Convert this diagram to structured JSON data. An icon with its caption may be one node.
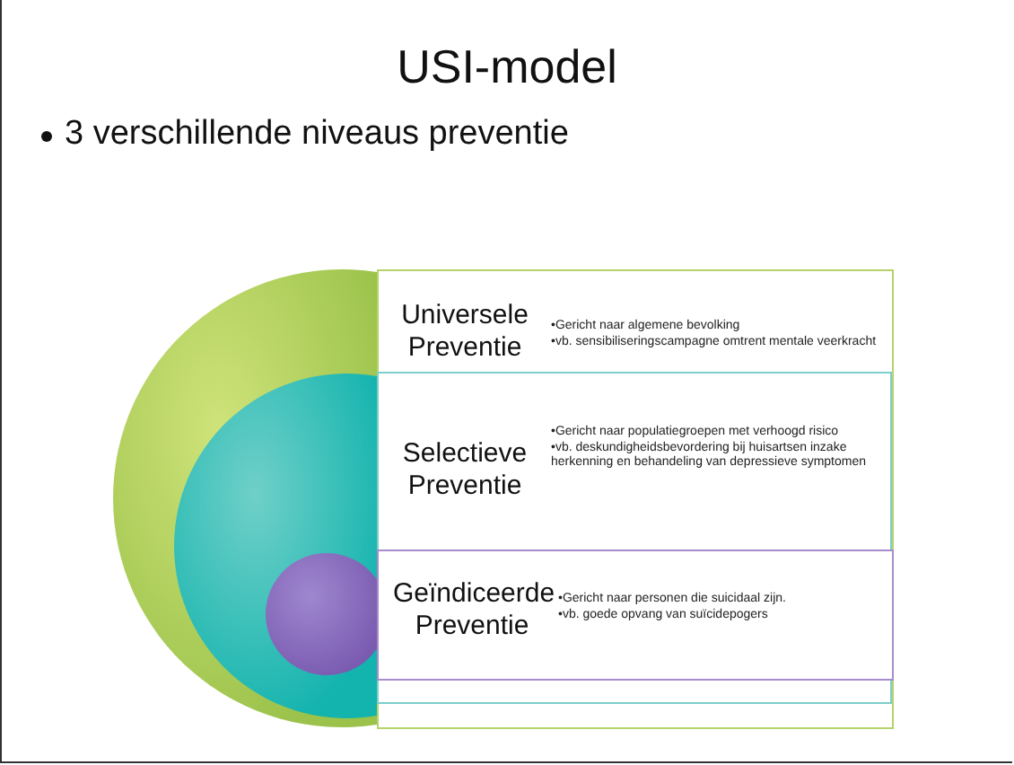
{
  "diagram": {
    "title": "USI-model",
    "nodes": [
      {
        "text": [
          "Universele Preventie",
          "•Gericht naar algemene bevolking",
          "•vb. sensibiliseringscampagne omtrent mentale veerkracht"
        ]
      },
      {
        "text": [
          "Selectieve Preventie",
          "•Gericht naar populatiegroepen met verhoogd risico",
          "•vb. deskundigheidsbevordering bij huisartsen inzake herkenning en behandeling van depressieve symptomen"
        ],
        "in": 0
      },
      {
        "text": [
          "Geïndiceerde Preventie",
          "•Gericht naar personen die suicidaal zijn.",
          "•vb. goede opvang van suïcidepogers"
        ],
        "in": 1
      },
      {
        "text": [],
        "shape": "circle"
      },
      {
        "text": [],
        "shape": "circle",
        "in": 3
      },
      {
        "text": [],
        "shape": "circle",
        "in": 4
      }
    ],
    "labels": [
      "3 verschillende niveaus preventie"
    ]
  }
}
